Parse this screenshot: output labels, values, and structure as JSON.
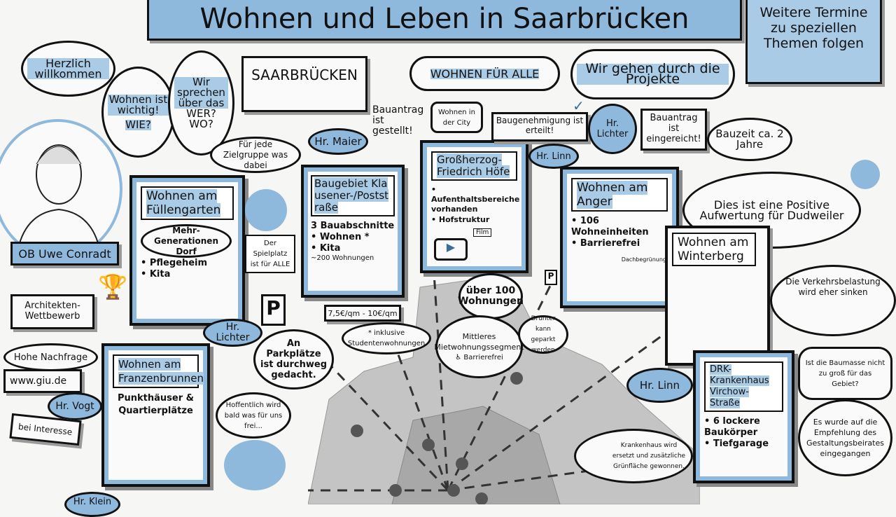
{
  "title": "Wohnen und Leben in Saarbrücken",
  "notice": "Weitere Termine zu speziellen Themen folgen",
  "intro": {
    "welcome": "Herzlich willkommen",
    "important": "Wohnen ist wichtig!",
    "how": "WIE?",
    "talk": "Wir sprechen über das",
    "who": "WER?",
    "where": "WO?"
  },
  "city_box": "SAARBRÜCKEN",
  "theme": "WOHNEN FÜR ALLE",
  "walkthrough": "Wir gehen durch die Projekte",
  "speaker": "OB Uwe Conradt",
  "target_groups": "Für jede Zielgruppe was dabei",
  "people": {
    "maier": "Hr. Maier",
    "linn": "Hr. Linn",
    "lichter": "Hr. Lichter",
    "vogt": "Hr. Vogt",
    "klein": "Hr. Klein"
  },
  "projects": {
    "fuellengarten": {
      "title": "Wohnen am Füllengarten",
      "bubble": "Mehr-Generationen Dorf",
      "items": [
        "Pflegeheim",
        "Kita"
      ]
    },
    "klausener": {
      "title": "Baugebiet Klausener-/Poststraße",
      "sections": "3 Bauabschnitte",
      "items": [
        "Wohnen *",
        "Kita"
      ],
      "count": "~200 Wohnungen",
      "price": "7,5€/qm - 10€/qm",
      "note": "* inklusive Studentenwohnungen"
    },
    "grossherzog": {
      "title": "Großherzog-Friedrich Höfe",
      "items": [
        "Aufenthaltsbereiche vorhanden",
        "Hofstruktur"
      ],
      "film": "Film",
      "status": "Bauantrag ist gestellt!",
      "tag": "Wohnen in der City",
      "more": "über 100 Wohnungen",
      "segment": "Mittleres Mietwohnungssegment",
      "access": "Barrierefrei"
    },
    "anger": {
      "title": "Wohnen am Anger",
      "items": [
        "106 Wohneinheiten",
        "Barrierefrei"
      ],
      "roof": "Dachbegrünung",
      "status": "Baugenehmigung ist erteilt!",
      "parking": "Drunter kann geparkt werden"
    },
    "winterberg": {
      "title": "Wohnen am Winterberg",
      "status": "Bauantrag ist eingereicht!",
      "duration": "Bauzeit ca. 2 Jahre",
      "comment": "Dies ist eine Positive Aufwertung für Dudweiler"
    },
    "franzenbrunnen": {
      "title": "Wohnen am Franzenbrunnen",
      "desc": "Punkthäuser & Quartierplätze"
    },
    "drk": {
      "title": "DRK-Krankenhaus Virchow-Straße",
      "items": [
        "6 lockere Baukörper",
        "Tiefgarage"
      ],
      "note": "Krankenhaus wird ersetzt und zusätzliche Grünfläche gewonnen."
    }
  },
  "playground": "Der Spielplatz ist für ALLE",
  "competition": "Architekten-Wettbewerb",
  "demand": "Hohe Nachfrage",
  "website": "www.giu.de",
  "interest": "bei Interesse",
  "parking_note": "An Parkplätze ist durchweg gedacht.",
  "hope": "Hoffentlich wird bald was für uns frei...",
  "traffic": "Die Verkehrsbelastung wird eher sinken",
  "question": "Ist die Baumasse nicht zu groß für das Gebiet?",
  "answer": "Es wurde auf die Empfehlung des Gestaltungsbeirates eingegangen",
  "parking_sign": "P",
  "colors": {
    "accent": "#8fb9dc",
    "ink": "#111111",
    "map": "#b5b5b5"
  }
}
